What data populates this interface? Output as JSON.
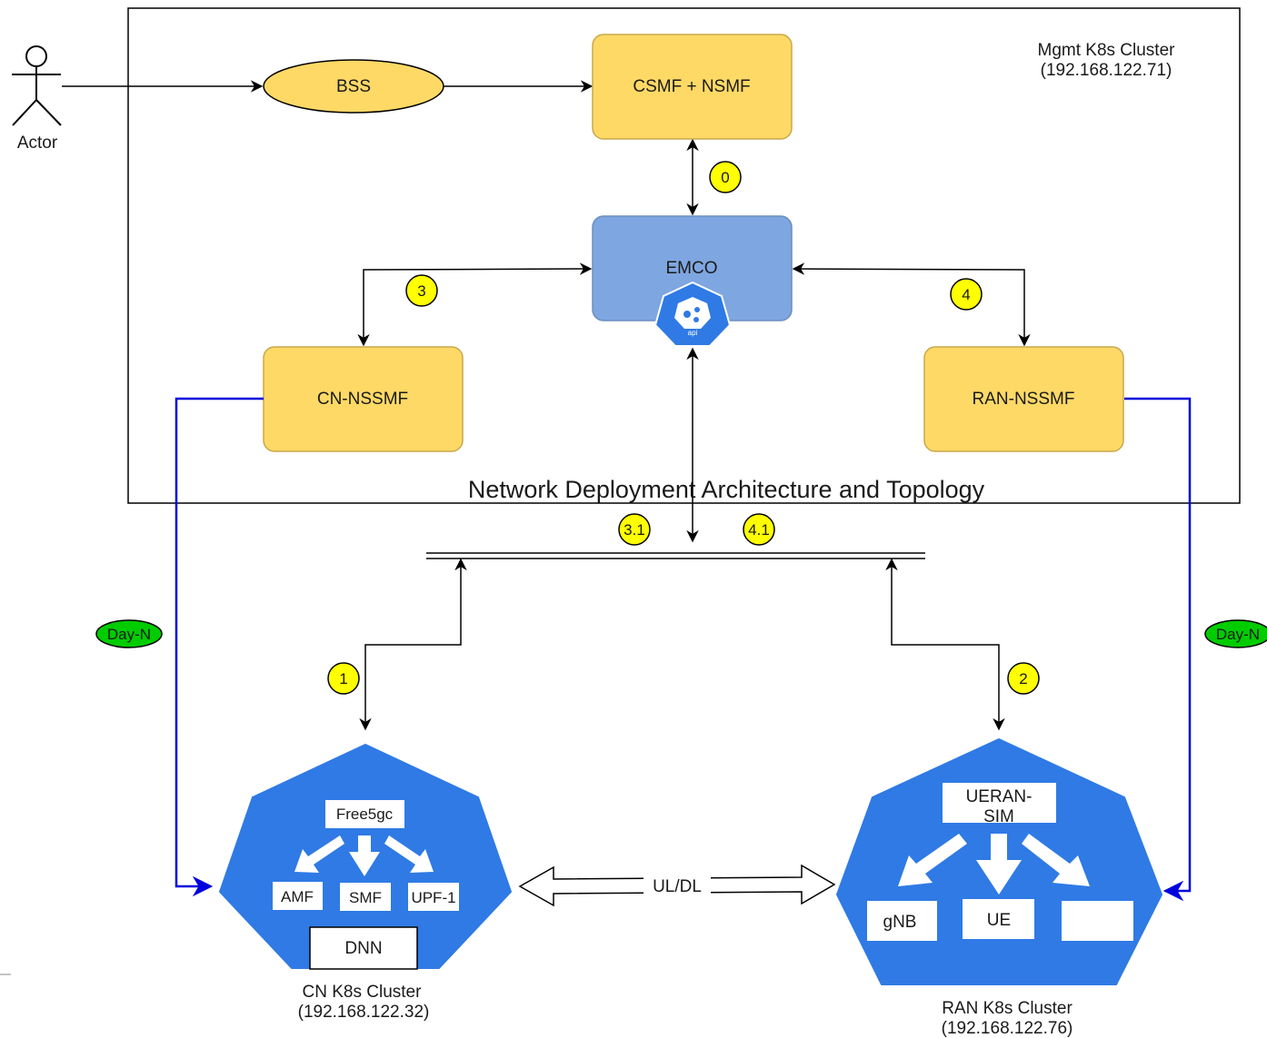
{
  "mgmt_cluster": {
    "name": "Mgmt K8s Cluster",
    "ip": "(192.168.122.71)"
  },
  "frame_title": "Network Deployment Architecture and Topology",
  "actor": {
    "label": "Actor"
  },
  "nodes": {
    "bss": "BSS",
    "csmf": "CSMF + NSMF",
    "emco": "EMCO",
    "emco_icon_text": "api",
    "cn_nssmf": "CN-NSSMF",
    "ran_nssmf": "RAN-NSSMF"
  },
  "steps": {
    "s0": "0",
    "s1": "1",
    "s2": "2",
    "s3": "3",
    "s4": "4",
    "s31": "3.1",
    "s41": "4.1"
  },
  "day_n": {
    "left": "Day-N",
    "right": "Day-N"
  },
  "cn_cluster": {
    "top": "Free5gc",
    "children": [
      "AMF",
      "SMF",
      "UPF-1"
    ],
    "dnn": "DNN",
    "name": "CN K8s Cluster",
    "ip": "(192.168.122.32)"
  },
  "ran_cluster": {
    "top_line1": "UERAN-",
    "top_line2": "SIM",
    "children": [
      "gNB",
      "UE",
      ""
    ],
    "name": "RAN K8s Cluster",
    "ip": "(192.168.122.76)"
  },
  "link": {
    "label": "UL/DL"
  },
  "colors": {
    "yellow_box": "#FFD966",
    "yellow_border": "#C9A84B",
    "emco_fill": "#7EA6E0",
    "emco_border": "#6C8EBF",
    "k8s_blue": "#2F7AE5",
    "badge_yellow": "#FFFF00",
    "badge_green": "#00CC00",
    "blue_line": "#0000DD"
  }
}
